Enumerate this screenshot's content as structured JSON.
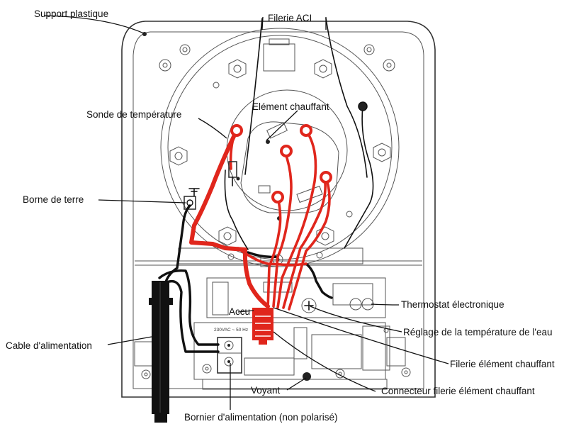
{
  "labels": {
    "support_plastique": "Support plastique",
    "filerie_aci": "Filerie ACI",
    "sonde_temperature": "Sonde de température",
    "element_chauffant": "Elément chauffant",
    "borne_terre": "Borne de terre",
    "accu": "Accu",
    "thermostat": "Thermostat électronique",
    "reglage_temperature": "Réglage de la température de l'eau",
    "cable_alimentation": "Cable d'alimentation",
    "filerie_element": "Filerie élément chauffant",
    "voyant": "Voyant",
    "connecteur_filerie": "Connecteur filerie élément chauffant",
    "bornier_alimentation": "Bornier d'alimentation (non polarisé)"
  },
  "board_marking": "230VAC ~ 50 Hz",
  "colors": {
    "heating_wire": "#e0261c",
    "wire": "#111111",
    "outline": "#333333"
  }
}
